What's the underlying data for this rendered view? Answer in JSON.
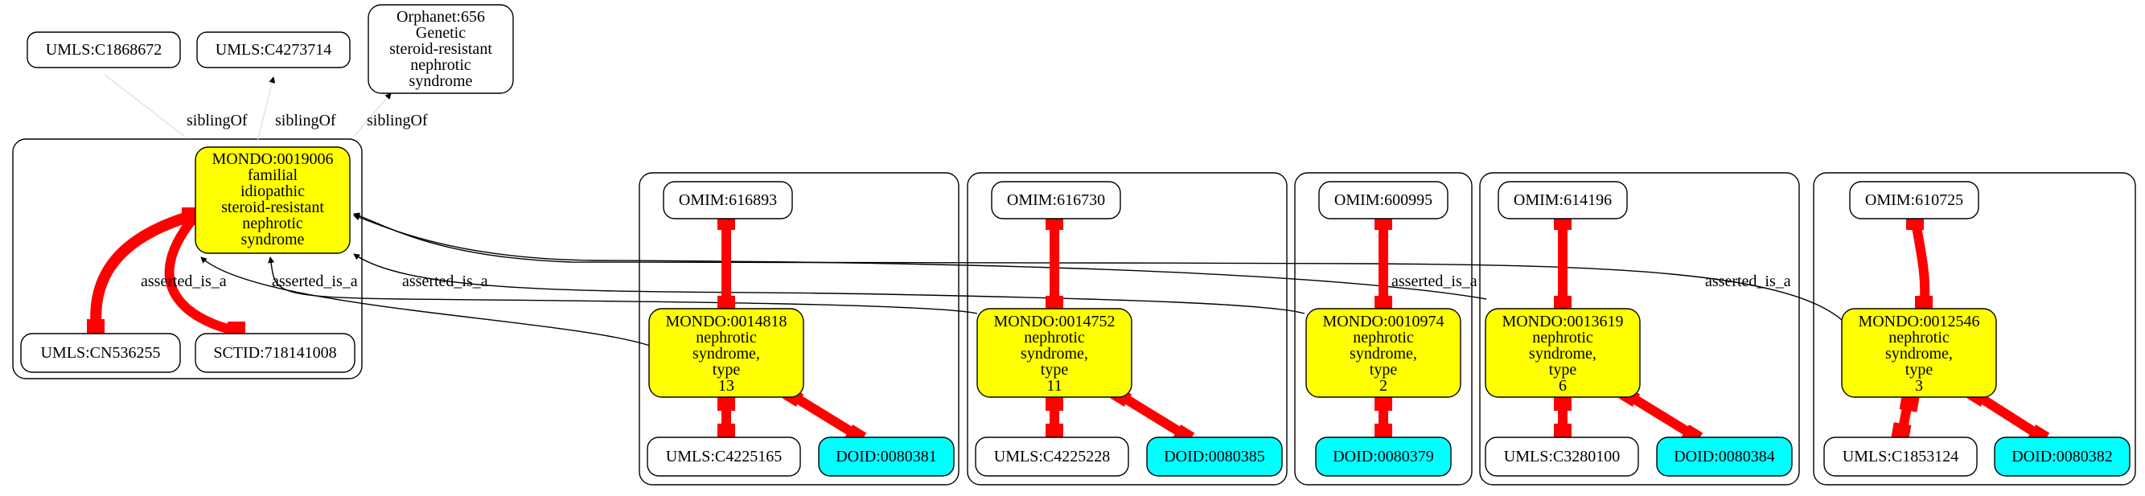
{
  "colors": {
    "focus_fill": "#ffff00",
    "doid_fill": "#00ffff",
    "plain_fill": "#ffffff",
    "strong_edge": "#ff0000",
    "weak_edge": "#000000",
    "faint_edge": "#dddddd"
  },
  "nodes": {
    "umls_c1868672": [
      "UMLS:C1868672"
    ],
    "umls_c4273714": [
      "UMLS:C4273714"
    ],
    "orphanet_656": [
      "Orphanet:656",
      "Genetic",
      "steroid-resistant",
      "nephrotic",
      "syndrome"
    ],
    "mondo_0019006": [
      "MONDO:0019006",
      "familial",
      "idiopathic",
      "steroid-resistant",
      "nephrotic",
      "syndrome"
    ],
    "umls_cn536255": [
      "UMLS:CN536255"
    ],
    "sctid_718141008": [
      "SCTID:718141008"
    ],
    "omim_616893": [
      "OMIM:616893"
    ],
    "mondo_0014818": [
      "MONDO:0014818",
      "nephrotic",
      "syndrome,",
      "type",
      "13"
    ],
    "umls_c4225165": [
      "UMLS:C4225165"
    ],
    "doid_0080381": [
      "DOID:0080381"
    ],
    "omim_616730": [
      "OMIM:616730"
    ],
    "mondo_0014752": [
      "MONDO:0014752",
      "nephrotic",
      "syndrome,",
      "type",
      "11"
    ],
    "umls_c4225228": [
      "UMLS:C4225228"
    ],
    "doid_0080385": [
      "DOID:0080385"
    ],
    "omim_600995": [
      "OMIM:600995"
    ],
    "mondo_0010974": [
      "MONDO:0010974",
      "nephrotic",
      "syndrome,",
      "type",
      "2"
    ],
    "doid_0080379": [
      "DOID:0080379"
    ],
    "omim_614196": [
      "OMIM:614196"
    ],
    "mondo_0013619": [
      "MONDO:0013619",
      "nephrotic",
      "syndrome,",
      "type",
      "6"
    ],
    "umls_c3280100": [
      "UMLS:C3280100"
    ],
    "doid_0080384": [
      "DOID:0080384"
    ],
    "omim_610725": [
      "OMIM:610725"
    ],
    "mondo_0012546": [
      "MONDO:0012546",
      "nephrotic",
      "syndrome,",
      "type",
      "3"
    ],
    "umls_c1853124": [
      "UMLS:C1853124"
    ],
    "doid_0080382": [
      "DOID:0080382"
    ]
  },
  "edge_labels": {
    "sibling_1": "siblingOf",
    "sibling_2": "siblingOf",
    "sibling_3": "siblingOf",
    "isa_1": "asserted_is_a",
    "isa_2": "asserted_is_a",
    "isa_3": "asserted_is_a",
    "isa_4": "asserted_is_a",
    "isa_5": "asserted_is_a"
  }
}
